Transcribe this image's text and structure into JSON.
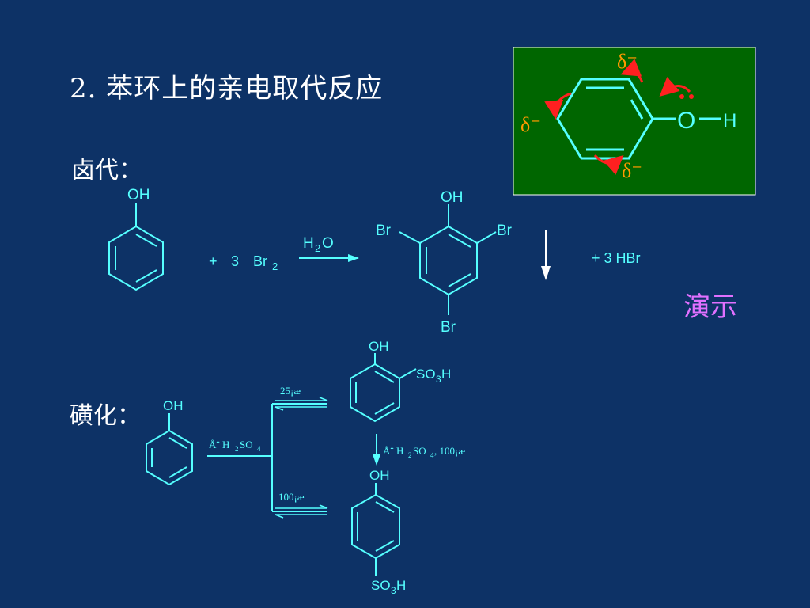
{
  "title": "2. 苯环上的亲电取代反应",
  "halogenation": {
    "label": "卤代：",
    "phenol_oh": "OH",
    "reagent_plus": "+",
    "reagent_coef": "3",
    "reagent_br": "Br",
    "reagent_sub": "2",
    "arrow_h": "H",
    "arrow_sub": "2",
    "arrow_o": "O",
    "product_oh": "OH",
    "product_br_left": "Br",
    "product_br_right": "Br",
    "product_br_bottom": "Br",
    "byproduct": "+  3 HBr"
  },
  "demo_label": "演示",
  "inset": {
    "delta_top": "δ⁻",
    "delta_left": "δ⁻",
    "delta_bottom": "δ⁻",
    "oxygen": "O",
    "hydrogen": "H"
  },
  "sulfonation": {
    "label": "磺化：",
    "phenol_oh": "OH",
    "reagent_prefix": "Å¨ H",
    "reagent_sub1": "2",
    "reagent_mid": "SO",
    "reagent_sub2": "4",
    "cond_top": "25¡æ",
    "cond_bottom": "100¡æ",
    "ortho_oh": "OH",
    "ortho_so3h_a": "SO",
    "ortho_so3h_sub": "3",
    "ortho_so3h_b": "H",
    "down_cond_a": "Å¨ H",
    "down_cond_sub1": "2",
    "down_cond_b": "SO",
    "down_cond_sub2": "4",
    "down_cond_c": ", 100¡æ",
    "para_oh": "OH",
    "para_so3h_a": "SO",
    "para_so3h_sub": "3",
    "para_so3h_b": "H"
  }
}
